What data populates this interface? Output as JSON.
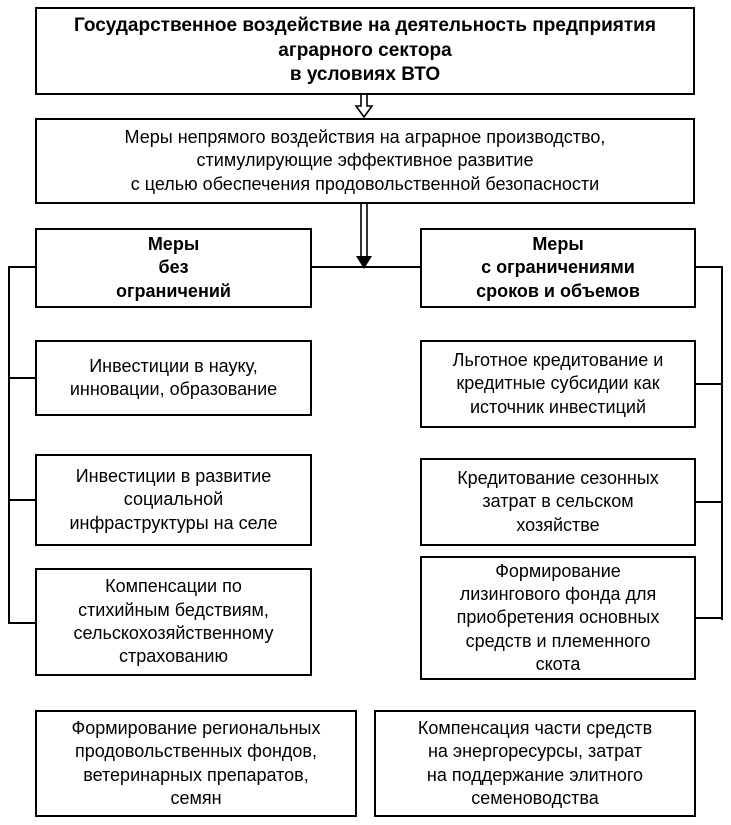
{
  "diagram": {
    "title": "Государственное воздействие на деятельность предприятия\nаграрного сектора\nв условиях ВТО",
    "subtitle": "Меры непрямого воздействия на аграрное производство,\nстимулирующие эффективное развитие\nс целью обеспечения продовольственной безопасности",
    "left_column": {
      "header": "Меры\nбез\nограничений",
      "items": [
        {
          "label": "Инвестиции в науку,\nинновации, образование"
        },
        {
          "label": "Инвестиции в развитие\nсоциальной\nинфраструктуры на селе"
        },
        {
          "label": "Компенсации по\nстихийным бедствиям,\nсельскохозяйственному\nстрахованию"
        },
        {
          "label": "Формирование региональных\nпродовольственных фондов,\nветеринарных препаратов,\nсемян"
        }
      ]
    },
    "right_column": {
      "header": "Меры\nс ограничениями\nсроков и объемов",
      "items": [
        {
          "label": "Льготное кредитование и\nкредитные субсидии как\nисточник инвестиций"
        },
        {
          "label": "Кредитование сезонных\nзатрат в сельском\nхозяйстве"
        },
        {
          "label": "Формирование\nлизингового фонда для\nприобретения основных\nсредств и племенного\nскота"
        },
        {
          "label": "Компенсация части средств\nна энергоресурсы, затрат\nна поддержание элитного\nсеменоводства"
        }
      ]
    },
    "colors": {
      "border": "#000000",
      "background": "#ffffff"
    }
  }
}
